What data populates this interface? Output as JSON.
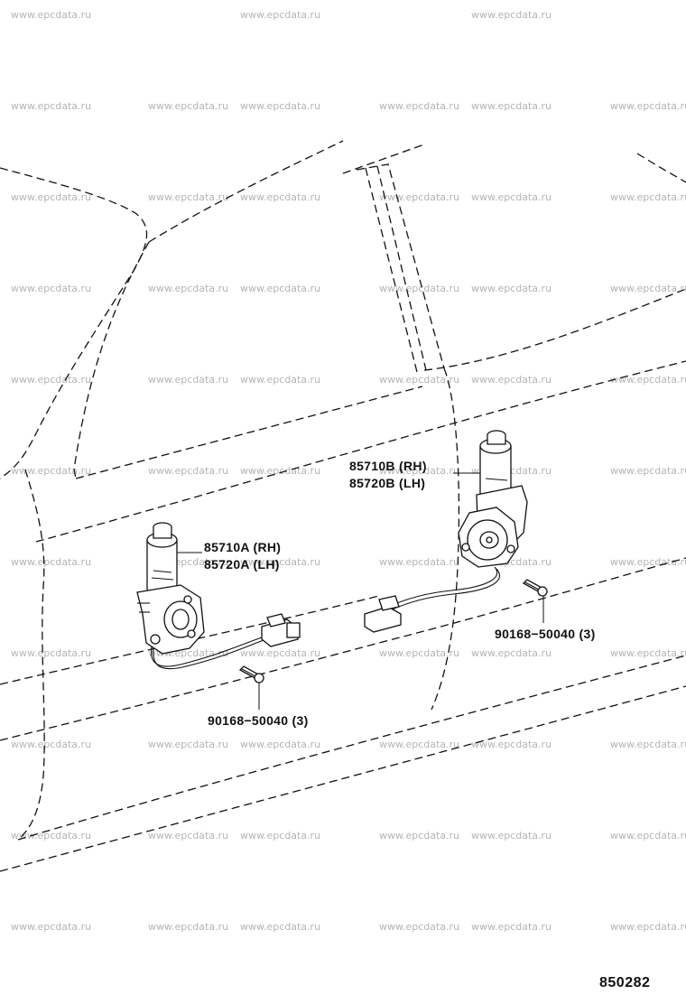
{
  "watermark": "www.epcdata.ru",
  "parts": {
    "motor_front_rh": "85710A (RH)",
    "motor_front_lh": "85720A (LH)",
    "motor_rear_rh": "85710B (RH)",
    "motor_rear_lh": "85720B (LH)",
    "screw_front": "90168−50040 (3)",
    "screw_rear": "90168−50040 (3)"
  },
  "diagram_code": "850282"
}
